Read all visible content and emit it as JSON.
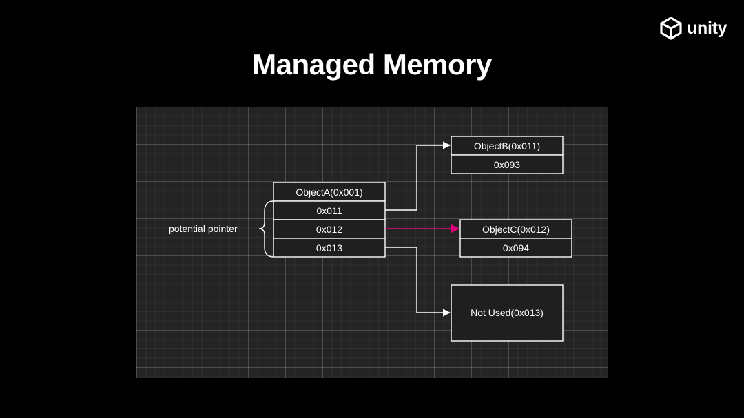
{
  "slide": {
    "title": "Managed Memory",
    "logo_text": "unity"
  },
  "diagram": {
    "label": "potential pointer",
    "objectA": {
      "header": "ObjectA(0x001)",
      "fields": [
        "0x011",
        "0x012",
        "0x013"
      ]
    },
    "objectB": {
      "header": "ObjectB(0x011)",
      "value": "0x093"
    },
    "objectC": {
      "header": "ObjectC(0x012)",
      "value": "0x094"
    },
    "notUsed": {
      "label": "Not Used(0x013)"
    },
    "colors": {
      "highlight_arrow": "#e0007a",
      "lines": "#ffffff",
      "background": "#242424"
    }
  }
}
